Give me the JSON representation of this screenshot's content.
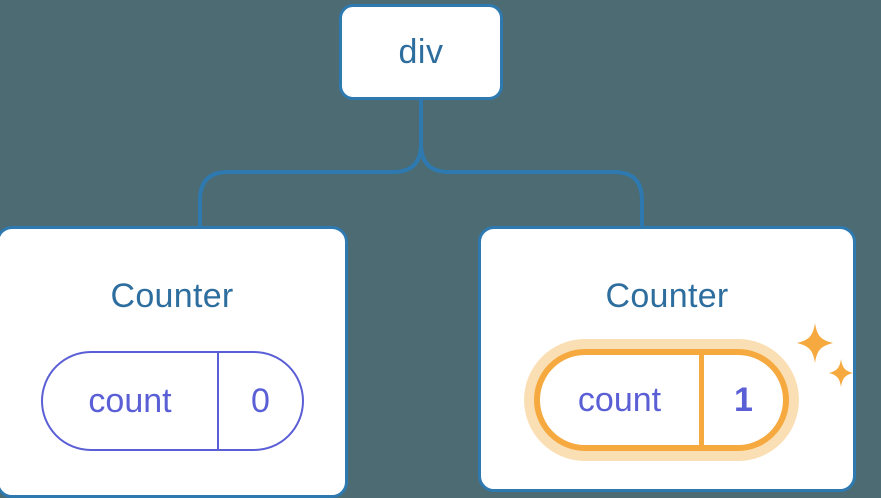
{
  "diagram": {
    "title": "component-tree",
    "background_color": "#4C6B73",
    "root": {
      "label": "div",
      "border_color": "#2E7AB0",
      "text_color": "#2D6E9E"
    },
    "children": [
      {
        "title": "Counter",
        "state": {
          "key": "count",
          "value": "0",
          "highlighted": false,
          "border_color": "#5B5FD6",
          "text_color": "#5B5FD6"
        },
        "sparkles": false
      },
      {
        "title": "Counter",
        "state": {
          "key": "count",
          "value": "1",
          "highlighted": true,
          "border_color": "#F5A93F",
          "glow_color": "#FBDFB4",
          "text_color": "#5B5FD6"
        },
        "sparkles": true
      }
    ],
    "icons": {
      "sparkle_large": "sparkle-icon",
      "sparkle_small": "sparkle-icon",
      "sparkle_color": "#F5A93F"
    },
    "connector": {
      "color": "#2E7AB0",
      "width": 4
    }
  }
}
